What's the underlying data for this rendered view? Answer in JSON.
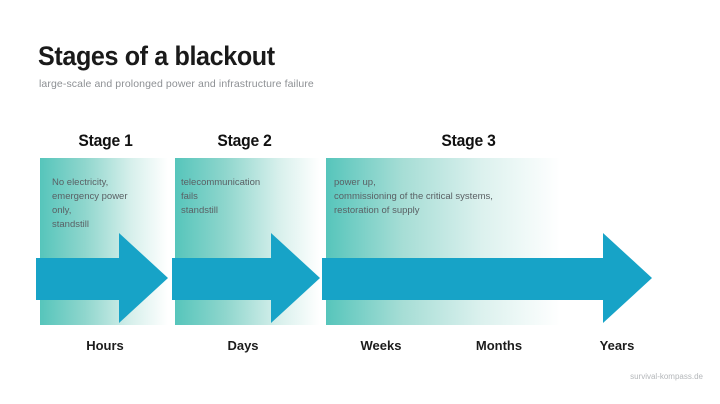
{
  "header": {
    "title": "Stages of a blackout",
    "subtitle": "large-scale and prolonged power and infrastructure failure"
  },
  "stages": [
    {
      "heading": "Stage 1",
      "body": "No electricity,\nemergency power\nonly,\nstandstill"
    },
    {
      "heading": "Stage 2",
      "body": "telecommunication\nfails\nstandstill"
    },
    {
      "heading": "Stage 3",
      "body": "power up,\ncommissioning of the critical systems,\nrestoration of supply"
    }
  ],
  "timeline": [
    {
      "label": "Hours"
    },
    {
      "label": "Days"
    },
    {
      "label": "Weeks"
    },
    {
      "label": "Months"
    },
    {
      "label": "Years"
    }
  ],
  "footer": {
    "credit": "survival-kompass.de"
  },
  "colors": {
    "arrow": "#17a3c7",
    "panel_gradient_start": "#56c5bb",
    "panel_gradient_end": "#ffffff",
    "title_text": "#1a1a1a",
    "subtitle_text": "#8d9094",
    "body_text": "#5a6064",
    "footer_text": "#b4b7ba",
    "background": "#ffffff"
  }
}
